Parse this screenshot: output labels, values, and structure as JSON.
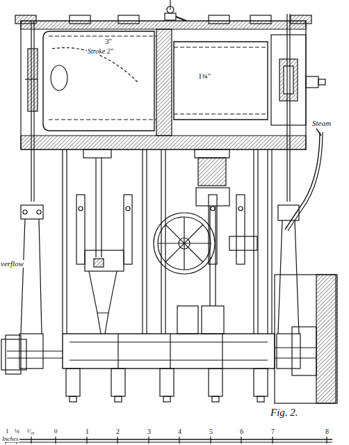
{
  "diagram": {
    "caption": "Fig. 2.",
    "labels": [
      "3\"",
      "Stroke 2\"",
      "1¾\"",
      "Steam",
      "verflow",
      "1",
      "⅛",
      "¹⁄₁₆",
      "0",
      "1",
      "2",
      "3",
      "4",
      "5",
      "6",
      "7",
      "8",
      "Inches"
    ]
  }
}
